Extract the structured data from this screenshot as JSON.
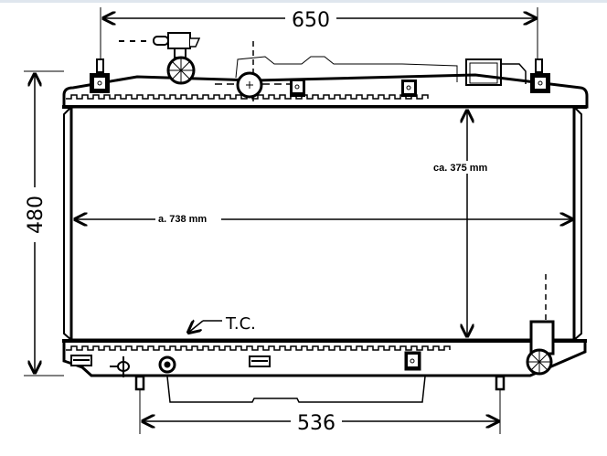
{
  "diagram": {
    "title": "Radiator dimension drawing",
    "dimensions": {
      "top_mount_width": "650",
      "height": "480",
      "bottom_mount_width": "536",
      "core_width": "a. 738 mm",
      "core_height": "ca. 375 mm"
    },
    "labels": {
      "tc": "T.C."
    }
  }
}
